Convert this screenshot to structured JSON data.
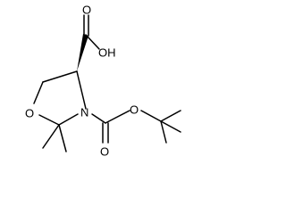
{
  "molecule": {
    "atoms": {
      "ring_oxygen": "O",
      "ring_nitrogen": "N",
      "carbonyl_oxygen_acid": "O",
      "hydroxyl": "OH",
      "carbonyl_oxygen_boc": "O",
      "ester_oxygen_boc": "O"
    }
  }
}
